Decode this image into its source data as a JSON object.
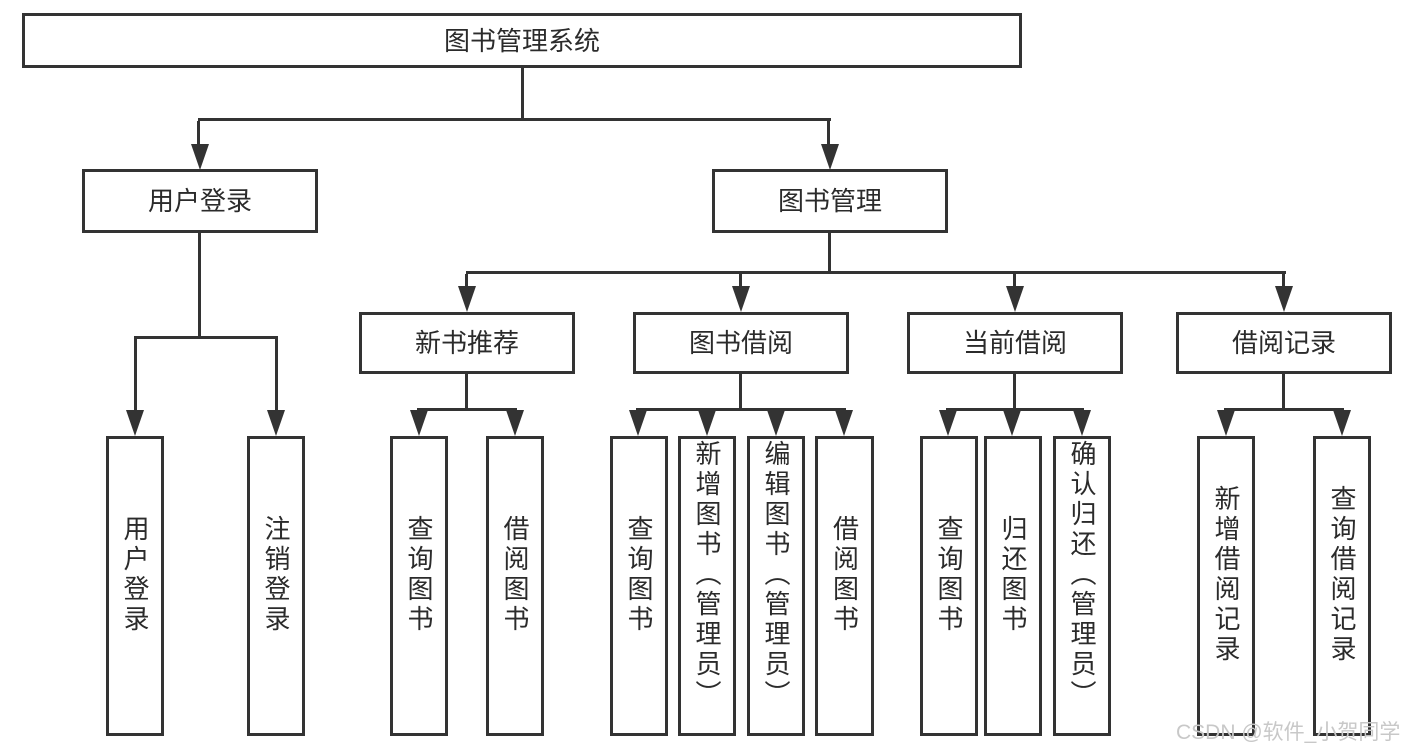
{
  "colors": {
    "line": "#333333",
    "text": "#2b2b2b",
    "watermark": "#c8c8c8",
    "background": "#ffffff"
  },
  "tree": {
    "label": "图书管理系统",
    "children": [
      {
        "label": "用户登录",
        "children": [
          {
            "label": "用户登录"
          },
          {
            "label": "注销登录"
          }
        ]
      },
      {
        "label": "图书管理",
        "children": [
          {
            "label": "新书推荐",
            "children": [
              {
                "label": "查询图书"
              },
              {
                "label": "借阅图书"
              }
            ]
          },
          {
            "label": "图书借阅",
            "children": [
              {
                "label": "查询图书"
              },
              {
                "label": "新增图书（管理员）"
              },
              {
                "label": "编辑图书（管理员）"
              },
              {
                "label": "借阅图书"
              }
            ]
          },
          {
            "label": "当前借阅",
            "children": [
              {
                "label": "查询图书"
              },
              {
                "label": "归还图书"
              },
              {
                "label": "确认归还（管理员）"
              }
            ]
          },
          {
            "label": "借阅记录",
            "children": [
              {
                "label": "新增借阅记录"
              },
              {
                "label": "查询借阅记录"
              }
            ]
          }
        ]
      }
    ]
  },
  "watermark": "CSDN @软件_小贺同学"
}
